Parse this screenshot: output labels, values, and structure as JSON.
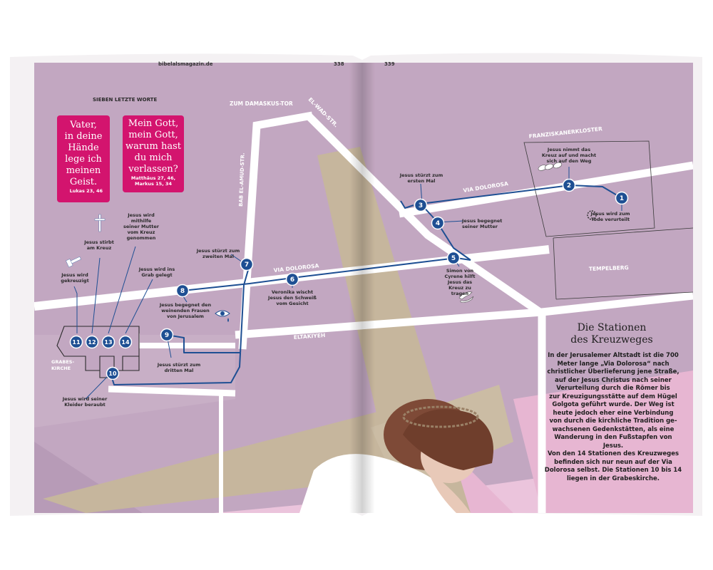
{
  "header": {
    "website": "bibelalsmagazin.de",
    "page_left": "338",
    "page_right": "339"
  },
  "seven_words": {
    "heading": "SIEBEN LETZTE WORTE",
    "quote1": {
      "lines": [
        "Vater,",
        "in deine",
        "Hände",
        "lege ich",
        "meinen",
        "Geist."
      ],
      "ref": "Lukas 23, 46"
    },
    "quote2": {
      "lines": [
        "Mein Gott,",
        "mein Gott,",
        "warum hast",
        "du mich",
        "verlassen?"
      ],
      "ref_lines": [
        "Matthäus 27, 46,",
        "Markus 15, 34"
      ]
    }
  },
  "streets": {
    "damaskus": "ZUM DAMASKUS-TOR",
    "elwad": "EL-WAD-STR.",
    "babelamud": "BAB EL-AMUD-STR.",
    "viadolorosa_left": "VIA DOLOROSA",
    "viadolorosa_right": "VIA DOLOROSA",
    "eltakiyeh": "ELTAKIYEH",
    "franziskaner": "FRANZISKANERKLOSTER",
    "tempelberg": "TEMPELBERG",
    "grabeskirche": [
      "GRABES-",
      "KIRCHE"
    ]
  },
  "stations": [
    {
      "n": "1",
      "text": [
        "Jesus wird zum",
        "Tode verurteilt"
      ]
    },
    {
      "n": "2",
      "text": [
        "Jesus nimmt das",
        "Kreuz auf und macht",
        "sich auf den Weg"
      ]
    },
    {
      "n": "3",
      "text": [
        "Jesus stürzt zum",
        "ersten Mal"
      ]
    },
    {
      "n": "4",
      "text": [
        "Jesus begegnet",
        "seiner Mutter"
      ]
    },
    {
      "n": "5",
      "text": [
        "Simon von",
        "Cyrene hilft",
        "Jesus das",
        "Kreuz zu",
        "tragen"
      ]
    },
    {
      "n": "6",
      "text": [
        "Veronika wischt",
        "Jesus den Schweiß",
        "vom Gesicht"
      ]
    },
    {
      "n": "7",
      "text": [
        "Jesus stürzt zum",
        "zweiten Mal"
      ]
    },
    {
      "n": "8",
      "text": [
        "Jesus begegnet den",
        "weinenden Frauen",
        "von Jerusalem"
      ]
    },
    {
      "n": "9",
      "text": [
        "Jesus stürzt zum",
        "dritten Mal"
      ]
    },
    {
      "n": "10",
      "text": [
        "Jesus wird seiner",
        "Kleider beraubt"
      ]
    },
    {
      "n": "11",
      "text": [
        "Jesus wird",
        "gekreuzigt"
      ]
    },
    {
      "n": "12",
      "text": [
        "Jesus stirbt",
        "am Kreuz"
      ]
    },
    {
      "n": "13",
      "text": [
        "Jesus wird",
        "mithilfe",
        "seiner Mutter",
        "vom Kreuz",
        "genommen"
      ]
    },
    {
      "n": "14",
      "text": [
        "Jesus wird ins",
        "Grab gelegt"
      ]
    }
  ],
  "article": {
    "title_lines": [
      "Die Stationen",
      "des Kreuzweges"
    ],
    "body_lines": [
      "In der Jerusalemer Altstadt ist die 700",
      "Meter lange „Via Dolorosa“ nach",
      "christlicher Überlieferung jene Straße,",
      "auf der Jesus Christus nach seiner",
      "Verurteilung durch die Römer bis",
      "zur Kreuzigungsstätte auf dem Hügel",
      "Golgota geführt wurde. Der Weg ist",
      "heute jedoch eher eine Verbindung",
      "von durch die kirchliche Tradition ge-",
      "wachsenen Gedenkstätten, als eine",
      "Wanderung in den Fußstapfen von Jesus.",
      "Von den 14 Stationen des Kreuzweges",
      "befinden sich nur neun auf der Via",
      "Dolorosa selbst. Die Stationen 10 bis 14",
      "liegen in der Grabeskirche."
    ]
  },
  "icons": {
    "crown": "crown-of-thorns-icon",
    "handcuffs": "handcuffs-icon",
    "eye": "crying-eye-icon",
    "hands": "helping-hands-icon",
    "cross": "cross-icon",
    "hammer": "hammer-icon"
  },
  "colors": {
    "map_bg": "#c2a7c1",
    "page_top": "#ebc4dc",
    "page_pink": "#e7b6d2",
    "street": "#ffffff",
    "route": "#1e4f93",
    "station_fill": "#1e4f93",
    "cross_beam": "#c6b69d",
    "quote_bubble": "#d3146e"
  }
}
